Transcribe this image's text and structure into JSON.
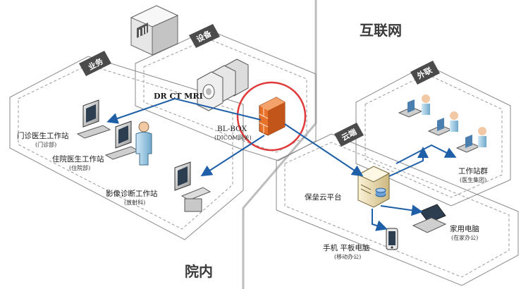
{
  "regions": {
    "internet_title": "互联网",
    "hospital_title": "院内"
  },
  "tags": {
    "business": "业务",
    "equipment": "设备",
    "cloud": "云端",
    "external": "外联"
  },
  "nodes": {
    "modalities": "DR  CT  MRI",
    "blbox_title": "BL-BOX",
    "blbox_sub": "(DICOM网关)",
    "outpatient_title": "门诊医生工作站",
    "outpatient_sub": "(门诊部)",
    "inpatient_title": "住院医生工作站",
    "inpatient_sub": "(住院部)",
    "imaging_title": "影像诊断工作站",
    "imaging_sub": "(放射科)",
    "cloud_platform": "保垒云平台",
    "workstations_title": "工作站群",
    "workstations_sub": "(医生集团)",
    "home_pc_title": "家用电脑",
    "home_pc_sub": "(在家办公)",
    "mobile_title": "手机 平板电脑",
    "mobile_sub": "(移动办公)"
  },
  "colors": {
    "arrow": "#1f5fa8",
    "highlight_ring": "#e03a3a",
    "firewall": "#e8722a",
    "tag_bg": "#4b4b4b",
    "divider": "#b8b8b8",
    "dash": "#9a9a9a"
  }
}
